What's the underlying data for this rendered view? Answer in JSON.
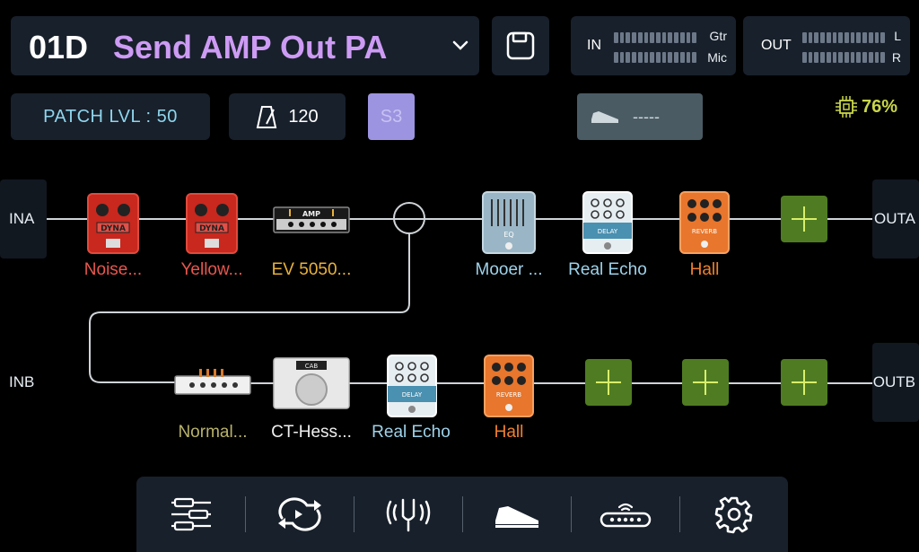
{
  "patch": {
    "number": "01D",
    "name": "Send AMP Out PA"
  },
  "meters": {
    "in_label": "IN",
    "in_channels": [
      "Gtr",
      "Mic"
    ],
    "out_label": "OUT",
    "out_channels": [
      "L",
      "R"
    ]
  },
  "controls": {
    "patch_level": "PATCH LVL : 50",
    "tempo": "120",
    "snapshot": "S3",
    "expression": "-----",
    "cpu": "76%"
  },
  "routing": {
    "in_a": "INA",
    "out_a": "OUTA",
    "in_b": "INB",
    "out_b": "OUTB",
    "chain_a": [
      {
        "label": "Noise...",
        "type": "dyna-pedal"
      },
      {
        "label": "Yellow...",
        "type": "dyna-pedal"
      },
      {
        "label": "EV 5050...",
        "type": "amp"
      },
      {
        "label": "Mooer ...",
        "type": "eq-pedal"
      },
      {
        "label": "Real Echo",
        "type": "delay-pedal"
      },
      {
        "label": "Hall",
        "type": "reverb-pedal"
      }
    ],
    "chain_b": [
      {
        "label": "Normal...",
        "type": "preamp"
      },
      {
        "label": "CT-Hess...",
        "type": "cab"
      },
      {
        "label": "Real Echo",
        "type": "delay-pedal"
      },
      {
        "label": "Hall",
        "type": "reverb-pedal"
      }
    ]
  },
  "pedal_text": {
    "dyna": "DYNA",
    "amp": "AMP",
    "eq": "EQ",
    "delay": "DELAY",
    "reverb": "REVERB",
    "cab": "CAB"
  },
  "nav": [
    "routing-icon",
    "looper-icon",
    "tuner-icon",
    "expression-pedal-icon",
    "midi-icon",
    "settings-icon"
  ],
  "colors": {
    "patch_name": "#cd9bf4",
    "cpu": "#c8d64a",
    "empty_slot": "#4f7c22",
    "snapshot": "#9c94e0"
  }
}
